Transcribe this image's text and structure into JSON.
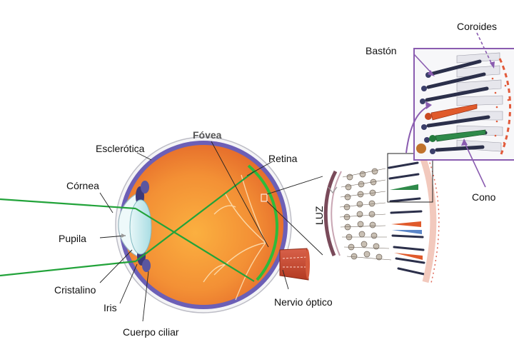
{
  "labels": {
    "esclerotica": "Esclerótica",
    "fovea": "Fóvea",
    "retina": "Retina",
    "cornea": "Córnea",
    "pupila": "Pupila",
    "cristalino": "Cristalino",
    "iris": "Iris",
    "cuerpo_ciliar": "Cuerpo ciliar",
    "nervio_optico": "Nervio óptico",
    "luz": "LUZ",
    "baston": "Bastón",
    "coroides": "Coroides",
    "cono": "Cono"
  },
  "colors": {
    "light_ray": "#22a33a",
    "callout_purple": "#8a5cb0",
    "eyeball_orange": "#f08a2a",
    "sclera_blue": "#5a5fb0",
    "retina_green": "#2dbb3a",
    "nerve_red": "#c8472b",
    "rod_dark": "#2b2f4a",
    "cone_red": "#e05a2b",
    "cone_green": "#2f8a4a"
  }
}
